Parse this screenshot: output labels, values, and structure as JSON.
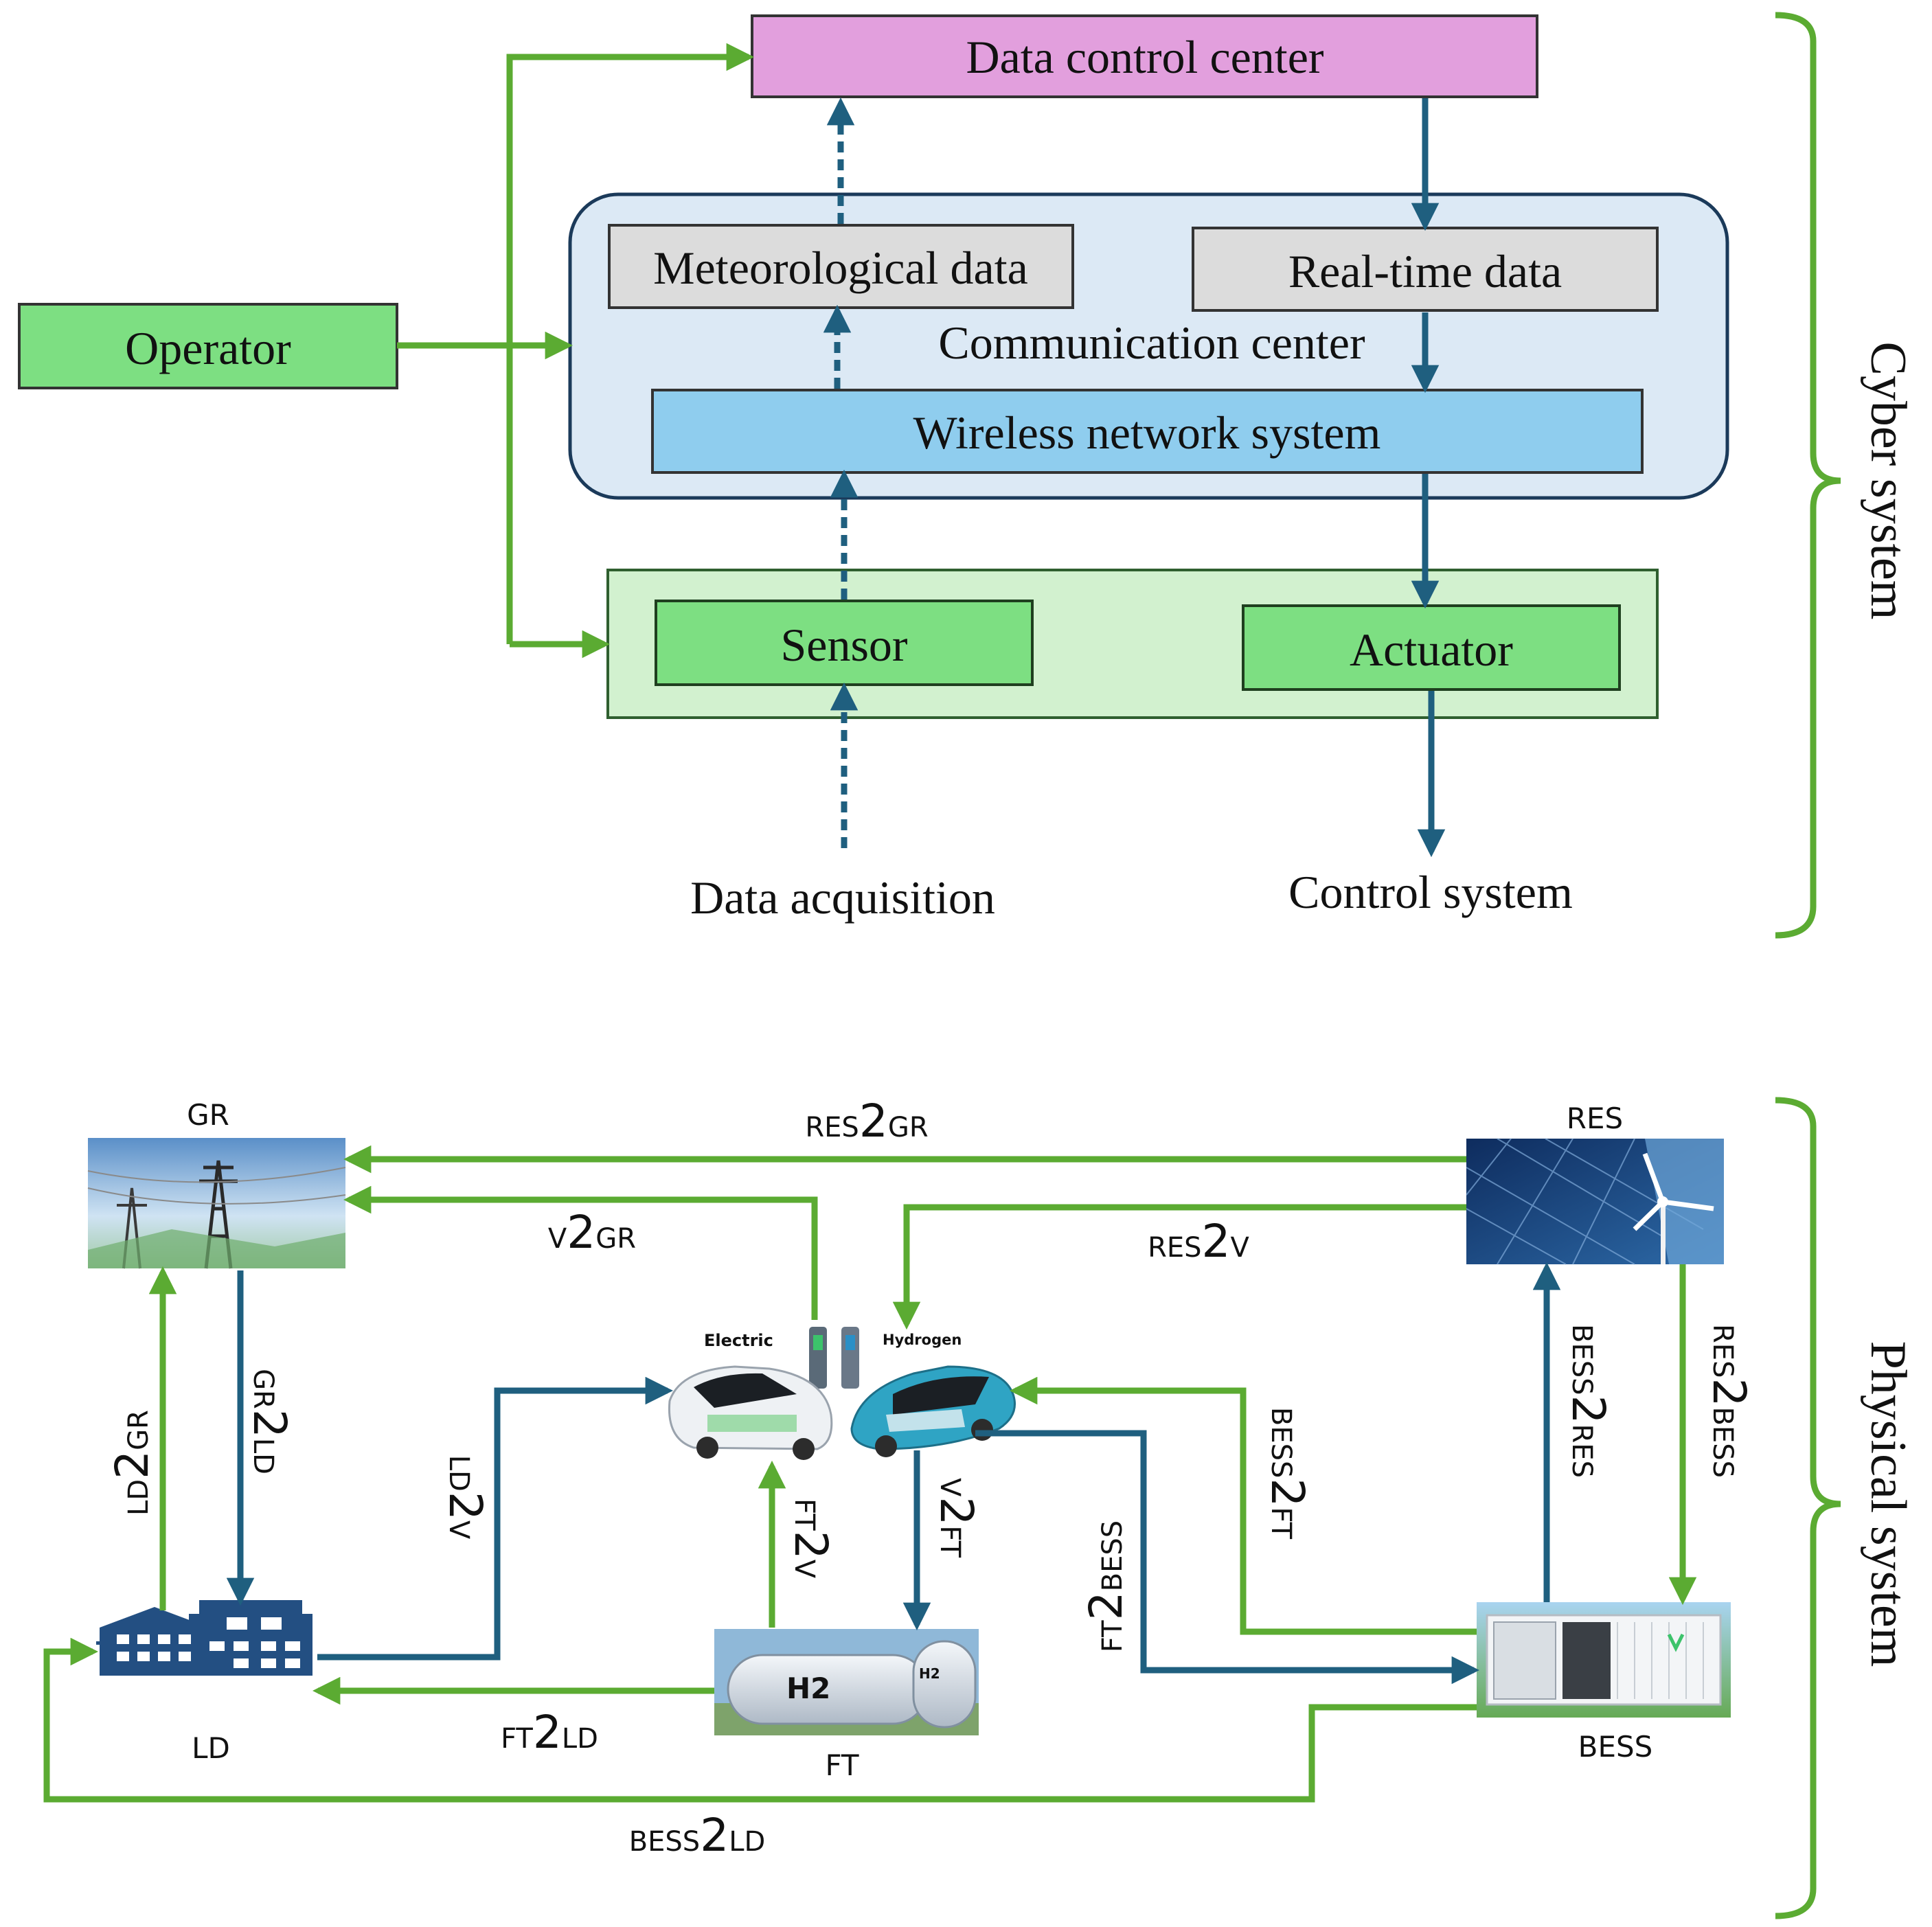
{
  "cyber": {
    "data_control_center": "Data control center",
    "meteorological_data": "Meteorological data",
    "realtime_data": "Real-time data",
    "communication_center": "Communication center",
    "wireless_network": "Wireless network system",
    "operator": "Operator",
    "sensor": "Sensor",
    "actuator": "Actuator",
    "data_acquisition": "Data acquisition",
    "control_system": "Control system",
    "side_label": "Cyber system"
  },
  "physical": {
    "side_label": "Physical system",
    "nodes": {
      "gr": "GR",
      "res": "RES",
      "ld": "LD",
      "ft": "FT",
      "bess": "BESS",
      "electric": "Electric",
      "hydrogen": "Hydrogen",
      "h2": "H2"
    },
    "flows": {
      "res2gr": {
        "a": "RES",
        "n": "2",
        "b": "GR"
      },
      "v2gr": {
        "a": "V",
        "n": "2",
        "b": "GR"
      },
      "res2v": {
        "a": "RES",
        "n": "2",
        "b": "V"
      },
      "gr2ld": {
        "a": "GR",
        "n": "2",
        "b": "LD"
      },
      "ld2gr": {
        "a": "LD",
        "n": "2",
        "b": "GR"
      },
      "ld2v": {
        "a": "LD",
        "n": "2",
        "b": "V"
      },
      "ft2v": {
        "a": "FT",
        "n": "2",
        "b": "V"
      },
      "v2ft": {
        "a": "V",
        "n": "2",
        "b": "FT"
      },
      "ft2bess": {
        "a": "FT",
        "n": "2",
        "b": "BESS"
      },
      "bess2ft": {
        "a": "BESS",
        "n": "2",
        "b": "FT"
      },
      "bess2res": {
        "a": "BESS",
        "n": "2",
        "b": "RES"
      },
      "res2bess": {
        "a": "RES",
        "n": "2",
        "b": "BESS"
      },
      "ft2ld": {
        "a": "FT",
        "n": "2",
        "b": "LD"
      },
      "bess2ld": {
        "a": "BESS",
        "n": "2",
        "b": "LD"
      }
    }
  },
  "colors": {
    "green_arrow": "#5bab32",
    "blue_arrow": "#1f5f7f",
    "dcc_fill": "#e29fdd",
    "comm_fill": "#dce9f5",
    "wireless_fill": "#8fcdee",
    "grey_box": "#dcdcdc",
    "green_box": "#7ddf82",
    "green_panel": "#d2f1cf",
    "building_blue": "#234f82"
  }
}
